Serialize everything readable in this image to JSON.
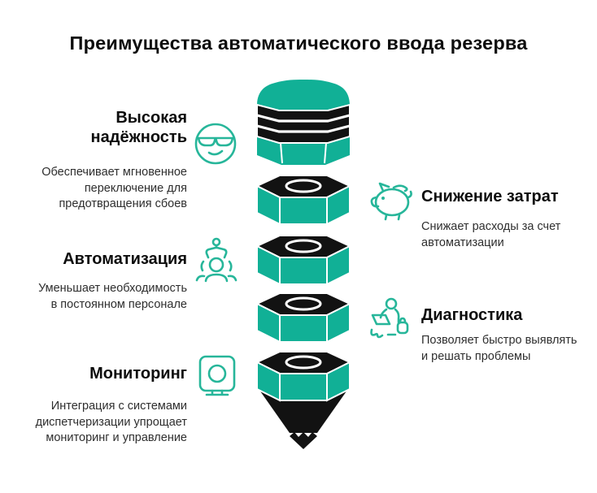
{
  "title": "Преимущества автоматического ввода резерва",
  "colors": {
    "pencil_teal": "#11b096",
    "icon_teal": "#27b69a",
    "pencil_black": "#121212",
    "heading_text": "#0d0d0d",
    "body_text": "#2e2e2e",
    "background": "#ffffff"
  },
  "pencil": {
    "description": "vertical stack of faceted segments: striped cap, four hex nuts, black cone tip",
    "segments": [
      "cap-with-black-bands",
      "hex-nut",
      "hex-nut",
      "hex-nut",
      "hex-nut-with-cone-tip"
    ]
  },
  "left_items": [
    {
      "icon": "cool-face-sunglasses-icon",
      "title": "Высокая\nнадёжность",
      "desc": "Обеспечивает мгновенное\nпереключение для\nпредотвращения сбоев"
    },
    {
      "icon": "robot-claw-person-icon",
      "title": "Автоматизация",
      "desc": "Уменьшает необходимость\nв постоянном персонале"
    },
    {
      "icon": "monitor-camera-icon",
      "title": "Мониторинг",
      "desc": "Интеграция с системами\nдиспетчеризации упрощает\nмониторинг и управление"
    }
  ],
  "right_items": [
    {
      "icon": "piggy-bank-icon",
      "title": "Снижение затрат",
      "desc": "Снижает расходы за счет\nавтоматизации"
    },
    {
      "icon": "person-laptop-icon",
      "title": "Диагностика",
      "desc": "Позволяет быстро выявлять\nи решать проблемы"
    }
  ]
}
